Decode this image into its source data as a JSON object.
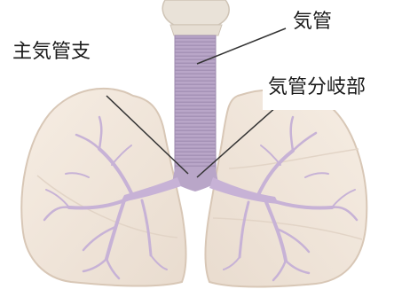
{
  "labels": {
    "trachea": "気管",
    "main_bronchus": "主気管支",
    "carina": "気管分岐部"
  },
  "colors": {
    "lung_fill": "#f3e9df",
    "lung_edge": "#d8c7b6",
    "trachea": "#b9a6c8",
    "trachea_ring": "#a08db2",
    "bronchi": "#c7b2d6",
    "larynx": "#e9e2d8",
    "pointer_line": "#333333"
  }
}
